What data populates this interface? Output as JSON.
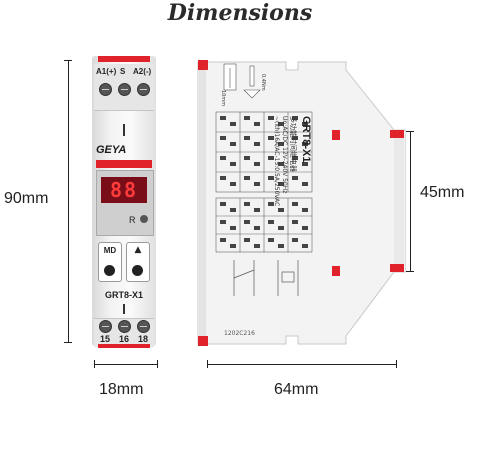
{
  "title": "Dimensions",
  "dimensions": {
    "height": "90mm",
    "width_front": "18mm",
    "depth": "64mm",
    "partial_height": "45mm"
  },
  "front": {
    "terminal_top_labels": [
      "A1(+)",
      "S",
      "A2(-)"
    ],
    "brand": "GEYA",
    "display": "88",
    "led_label": "R",
    "button_md": "MD",
    "button_up": "▲",
    "model": "GRT8-X1",
    "terminal_bottom_labels": [
      "15",
      "16",
      "18"
    ]
  },
  "side": {
    "model": "GRT8-X1",
    "subtitle": "多功能时间继电器",
    "spec_1": "Un:AC/DC 12V-240V 50Hz",
    "spec_2": "~(ith)16A/AC-15:0.5A/250VAC",
    "code": "1202C216",
    "strip_label": "10mm",
    "screw_label": "0.4Nm"
  },
  "colors": {
    "accent_red": "#e0232b",
    "display_red": "#ff3b3b",
    "body": "#f4f4f4"
  }
}
